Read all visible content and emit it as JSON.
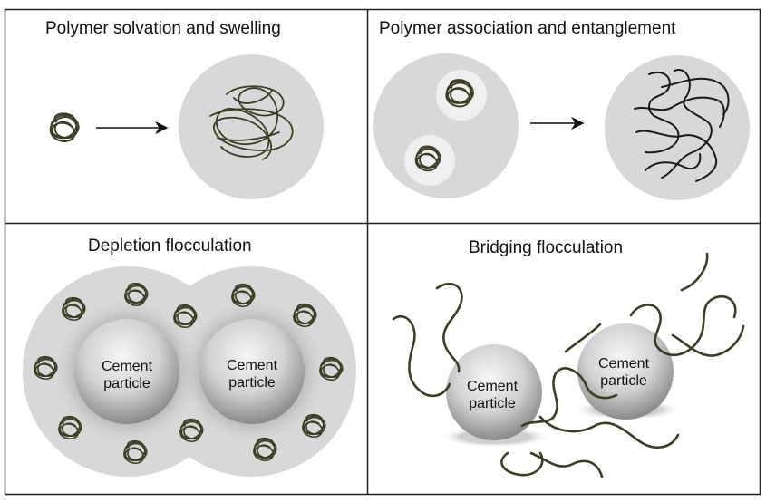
{
  "panels": [
    {
      "title": "Polymer solvation and swelling"
    },
    {
      "title": "Polymer association and entanglement"
    },
    {
      "title": "Depletion flocculation",
      "particles": [
        {
          "line1": "Cement",
          "line2": "particle"
        },
        {
          "line1": "Cement",
          "line2": "particle"
        }
      ]
    },
    {
      "title": "Bridging flocculation",
      "particles": [
        {
          "line1": "Cement",
          "line2": "particle"
        },
        {
          "line1": "Cement",
          "line2": "particle"
        }
      ]
    }
  ],
  "colors": {
    "frame": "#222222",
    "halo": "#d8d8d8",
    "polymer": "#3d3d25",
    "strand": "#1a1a1a",
    "particle_light": "#f4f4f4",
    "particle_dark": "#8c8c8c"
  },
  "icons": [
    "polymer-coil-icon",
    "arrow-right-icon",
    "cement-particle-icon"
  ]
}
